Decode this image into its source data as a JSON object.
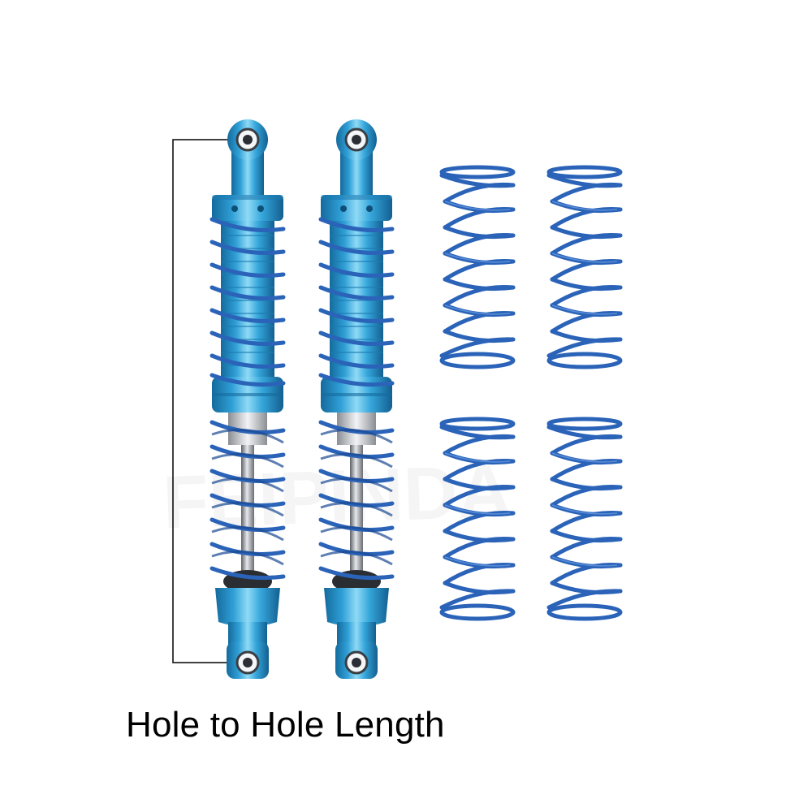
{
  "caption": "Hole to Hole Length",
  "watermark": "FEIPINDA",
  "product": {
    "shock_count": 2,
    "spare_spring_count": 4
  },
  "colors": {
    "body_blue": "#2f9fd6",
    "body_light": "#7fd2f2",
    "body_dark": "#146a9c",
    "spring_blue": "#2a63b8",
    "spring_light": "#5f93de",
    "shaft_silver": "#b8bcc2",
    "annotation_line": "#000000"
  }
}
